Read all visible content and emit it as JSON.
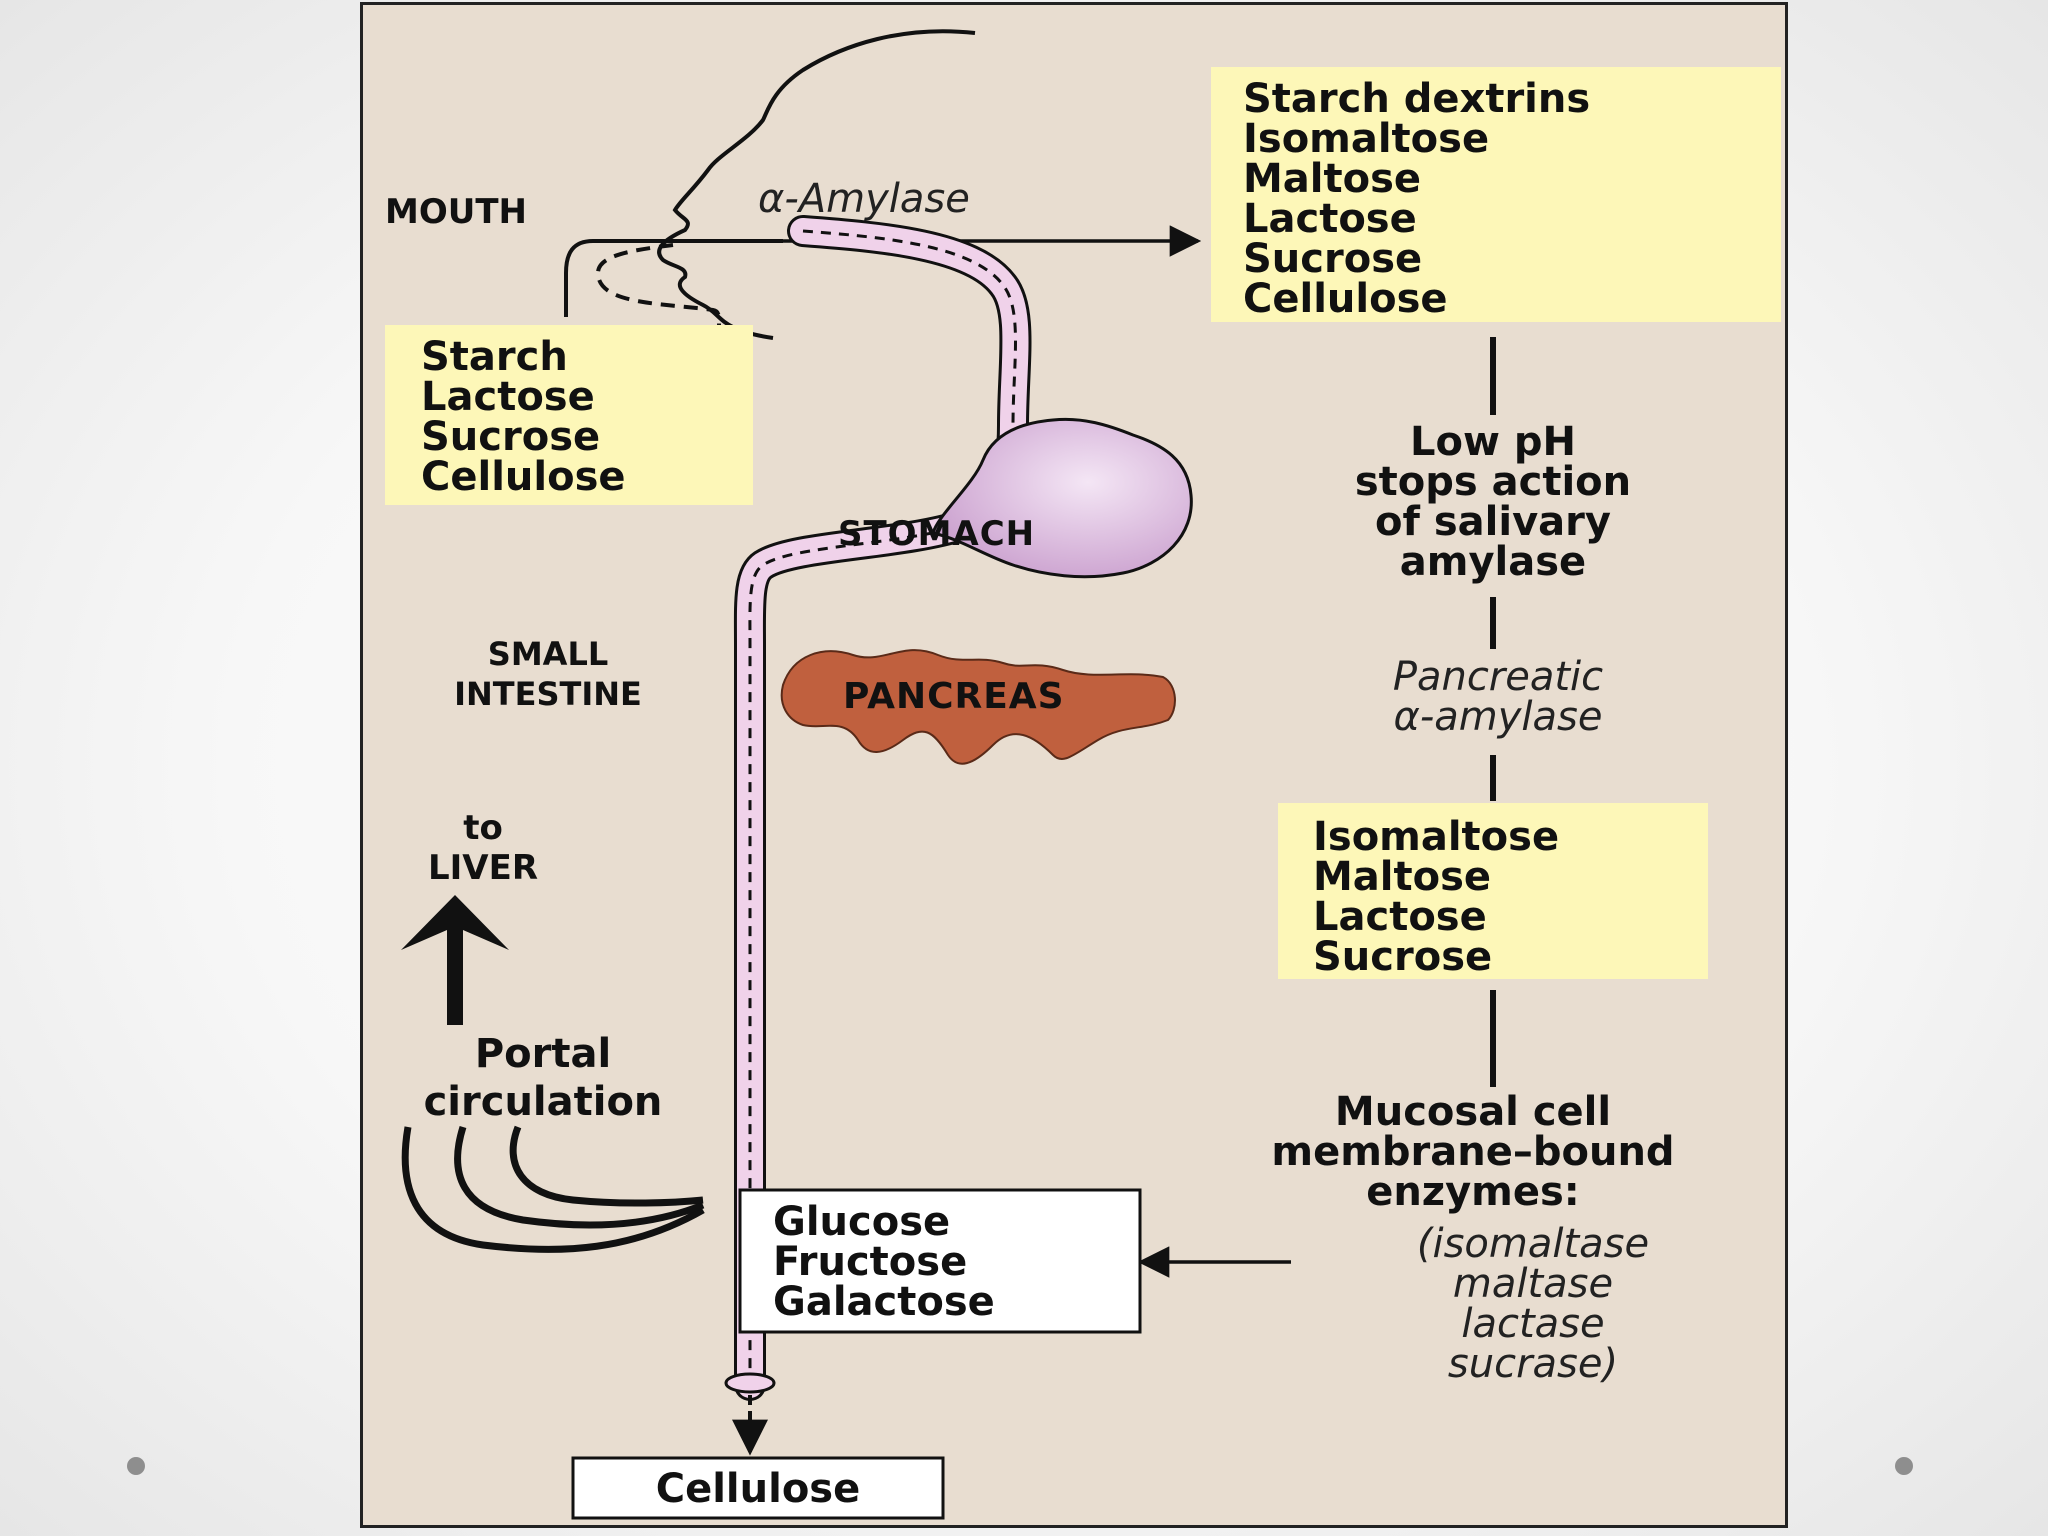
{
  "labels": {
    "mouth": "MOUTH",
    "alpha_amylase": "α-Amylase",
    "stomach": "STOMACH",
    "small_intestine_1": "SMALL",
    "small_intestine_2": "INTESTINE",
    "pancreas": "PANCREAS",
    "to_liver_1": "to",
    "to_liver_2": "LIVER",
    "portal_1": "Portal",
    "portal_2": "circulation",
    "low_ph": [
      "Low pH",
      "stops action",
      "of salivary",
      "amylase"
    ],
    "pancreatic_amylase": [
      "Pancreatic",
      "α-amylase"
    ],
    "mucosal": [
      "Mucosal cell",
      "membrane–bound",
      "enzymes:"
    ],
    "enzymes": [
      "(isomaltase",
      "maltase",
      "lactase",
      "sucrase)"
    ]
  },
  "boxes": {
    "ingested": [
      "Starch",
      "Lactose",
      "Sucrose",
      "Cellulose"
    ],
    "after_salivary": [
      "Starch dextrins",
      "Isomaltose",
      "Maltose",
      "Lactose",
      "Sucrose",
      "Cellulose"
    ],
    "after_pancreatic": [
      "Isomaltose",
      "Maltose",
      "Lactose",
      "Sucrose"
    ],
    "monosaccharides": [
      "Glucose",
      "Fructose",
      "Galactose"
    ],
    "excreted": "Cellulose"
  },
  "colors": {
    "panel": "#e8ddd0",
    "yellow_box": "#fdf7b8",
    "gut_tube": "#f0d2ea",
    "stomach": "#dcb8de",
    "pancreas": "#c0603e"
  }
}
